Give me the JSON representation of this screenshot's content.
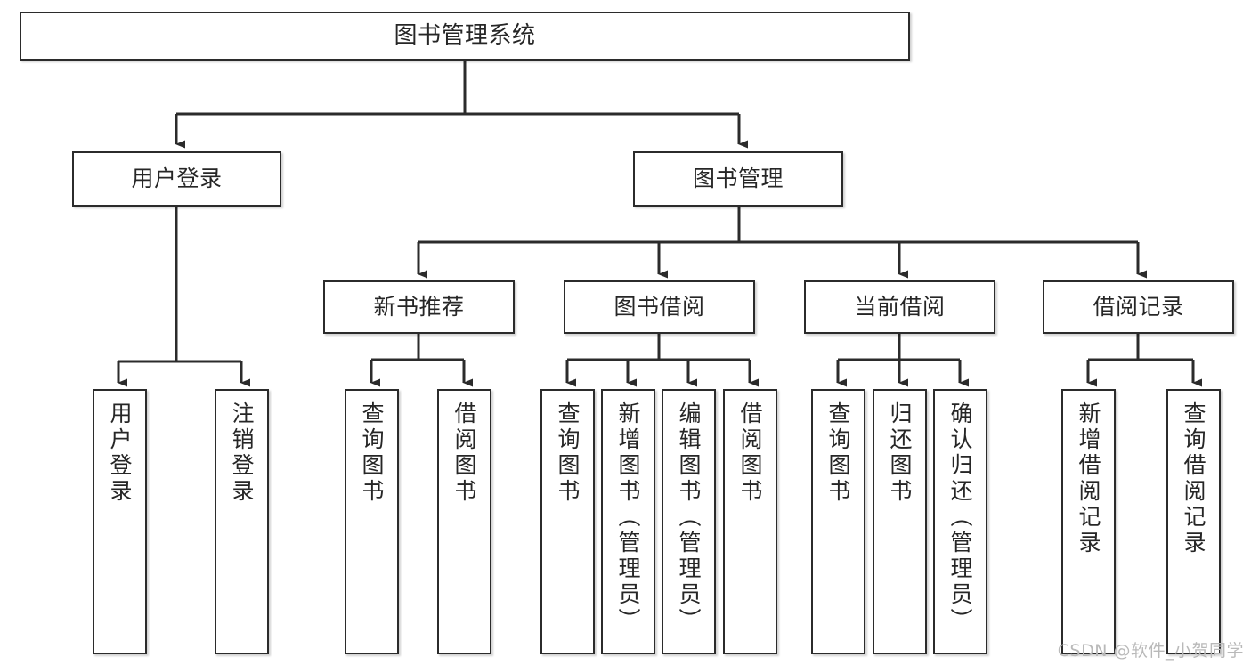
{
  "diagram": {
    "title": "图书管理系统",
    "type": "tree-hierarchy",
    "colors": {
      "box_border": "#2b2b2b",
      "box_fill": "#ffffff",
      "edge": "#2b2b2b",
      "text": "#262626",
      "watermark": "#b9b9b9",
      "background": "#ffffff"
    },
    "root": {
      "id": "root",
      "label": "图书管理系统"
    },
    "level2": [
      {
        "id": "n-user-login",
        "label": "用户登录"
      },
      {
        "id": "n-book-manage",
        "label": "图书管理"
      }
    ],
    "level3": [
      {
        "id": "n-new-book-rec",
        "label": "新书推荐"
      },
      {
        "id": "n-book-borrow",
        "label": "图书借阅"
      },
      {
        "id": "n-current-borrow",
        "label": "当前借阅"
      },
      {
        "id": "n-borrow-record",
        "label": "借阅记录"
      }
    ],
    "leaves": [
      {
        "id": "leaf-user-login",
        "label": "用户登录",
        "parent": "n-user-login"
      },
      {
        "id": "leaf-logout",
        "label": "注销登录",
        "parent": "n-user-login"
      },
      {
        "id": "leaf-query-book-1",
        "label": "查询图书",
        "parent": "n-new-book-rec"
      },
      {
        "id": "leaf-borrow-book-1",
        "label": "借阅图书",
        "parent": "n-new-book-rec"
      },
      {
        "id": "leaf-query-book-2",
        "label": "查询图书",
        "parent": "n-book-borrow"
      },
      {
        "id": "leaf-add-book",
        "label": "新增图书（管理员）",
        "parent": "n-book-borrow"
      },
      {
        "id": "leaf-edit-book",
        "label": "编辑图书（管理员）",
        "parent": "n-book-borrow"
      },
      {
        "id": "leaf-borrow-book-2",
        "label": "借阅图书",
        "parent": "n-book-borrow"
      },
      {
        "id": "leaf-query-book-3",
        "label": "查询图书",
        "parent": "n-current-borrow"
      },
      {
        "id": "leaf-return-book",
        "label": "归还图书",
        "parent": "n-current-borrow"
      },
      {
        "id": "leaf-confirm-return",
        "label": "确认归还（管理员）",
        "parent": "n-current-borrow"
      },
      {
        "id": "leaf-add-record",
        "label": "新增借阅记录",
        "parent": "n-borrow-record"
      },
      {
        "id": "leaf-query-record",
        "label": "查询借阅记录",
        "parent": "n-borrow-record"
      }
    ]
  },
  "watermark": "CSDN @软件_小贺同学"
}
